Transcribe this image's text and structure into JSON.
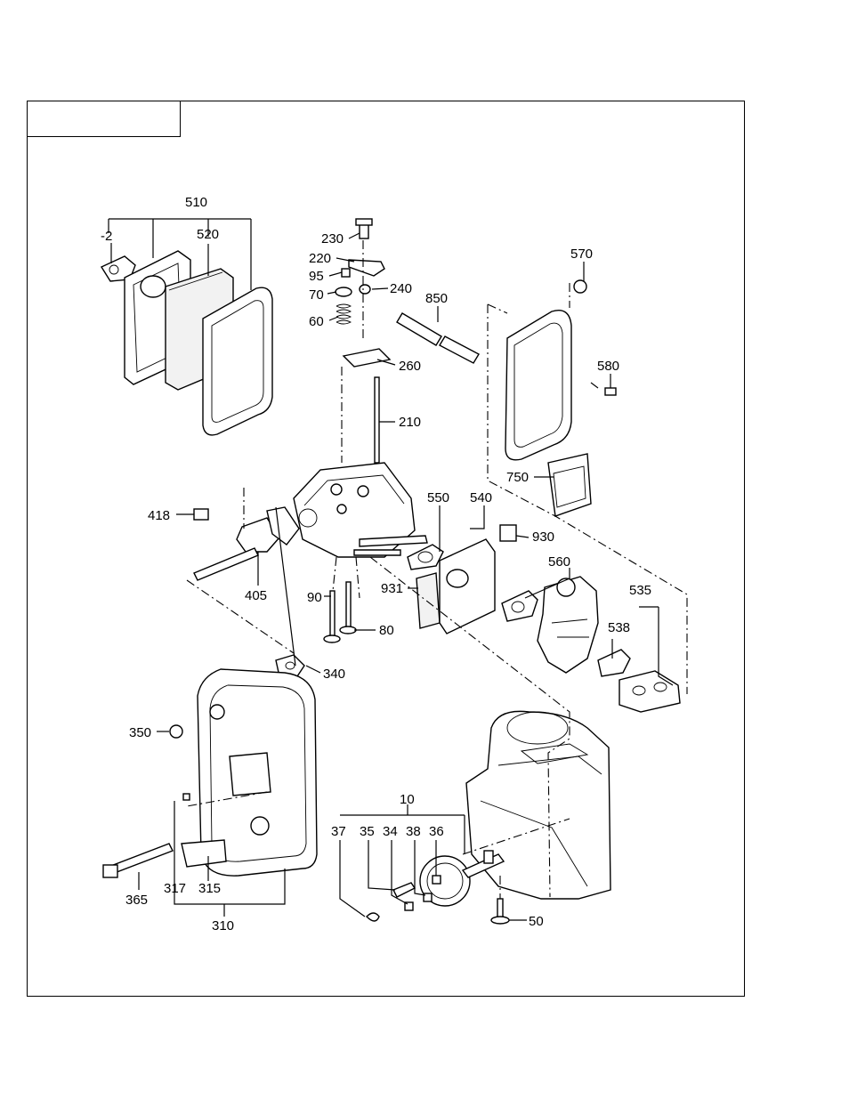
{
  "diagram": {
    "labels": [
      {
        "id": "p510",
        "text": "510"
      },
      {
        "id": "pm2",
        "text": "-2"
      },
      {
        "id": "p520",
        "text": "520"
      },
      {
        "id": "p230",
        "text": "230"
      },
      {
        "id": "p220",
        "text": "220"
      },
      {
        "id": "p95",
        "text": "95"
      },
      {
        "id": "p70",
        "text": "70"
      },
      {
        "id": "p240",
        "text": "240"
      },
      {
        "id": "p60",
        "text": "60"
      },
      {
        "id": "p850",
        "text": "850"
      },
      {
        "id": "p570",
        "text": "570"
      },
      {
        "id": "p580",
        "text": "580"
      },
      {
        "id": "p260",
        "text": "260"
      },
      {
        "id": "p210",
        "text": "210"
      },
      {
        "id": "p750",
        "text": "750"
      },
      {
        "id": "p550",
        "text": "550"
      },
      {
        "id": "p540",
        "text": "540"
      },
      {
        "id": "p930",
        "text": "930"
      },
      {
        "id": "p418",
        "text": "418"
      },
      {
        "id": "p560",
        "text": "560"
      },
      {
        "id": "p535",
        "text": "535"
      },
      {
        "id": "p931",
        "text": "931"
      },
      {
        "id": "p405",
        "text": "405"
      },
      {
        "id": "p90",
        "text": "90"
      },
      {
        "id": "p538",
        "text": "538"
      },
      {
        "id": "p80",
        "text": "80"
      },
      {
        "id": "p340",
        "text": "340"
      },
      {
        "id": "p350",
        "text": "350"
      },
      {
        "id": "p10",
        "text": "10"
      },
      {
        "id": "p37",
        "text": "37"
      },
      {
        "id": "p35",
        "text": "35"
      },
      {
        "id": "p34",
        "text": "34"
      },
      {
        "id": "p38",
        "text": "38"
      },
      {
        "id": "p36",
        "text": "36"
      },
      {
        "id": "p317",
        "text": "317"
      },
      {
        "id": "p315",
        "text": "315"
      },
      {
        "id": "p365",
        "text": "365"
      },
      {
        "id": "p310",
        "text": "310"
      },
      {
        "id": "p50",
        "text": "50"
      }
    ]
  }
}
